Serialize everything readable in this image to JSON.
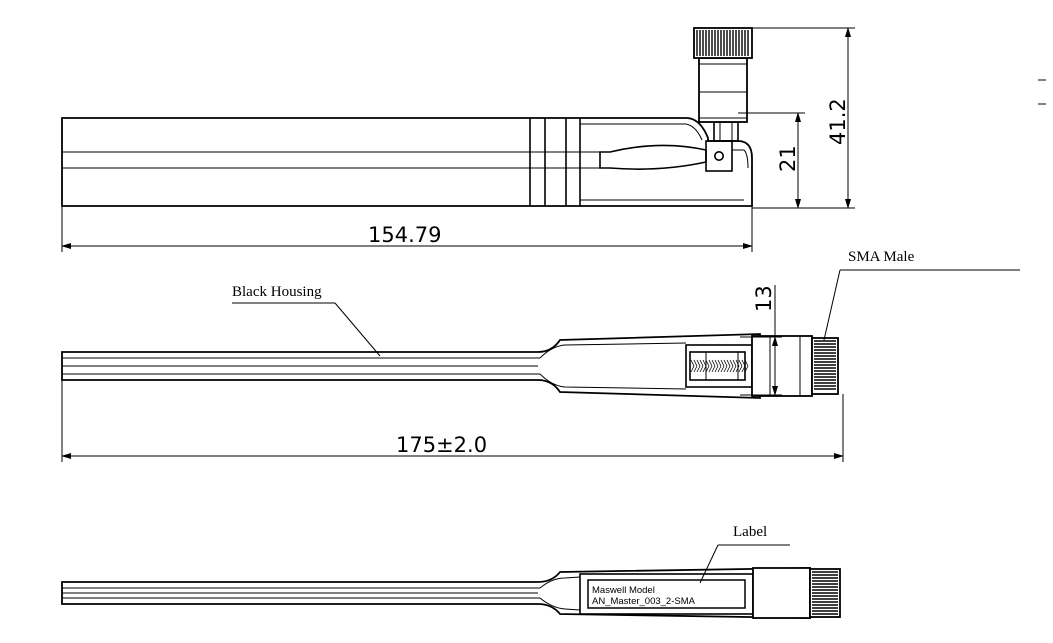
{
  "dimensions": {
    "top_length": "154.79",
    "stub_height": "21",
    "overall_height": "41.2",
    "connector_diameter": "13",
    "overall_length": "175±2.0"
  },
  "callouts": {
    "black_housing": "Black Housing",
    "sma_male": "SMA Male",
    "label": "Label"
  },
  "label_text": {
    "line1": "Maswell Model",
    "line2": "AN_Master_003_2-SMA"
  },
  "colors": {
    "line": "#000000",
    "background": "#ffffff",
    "label_border": "#000000"
  }
}
